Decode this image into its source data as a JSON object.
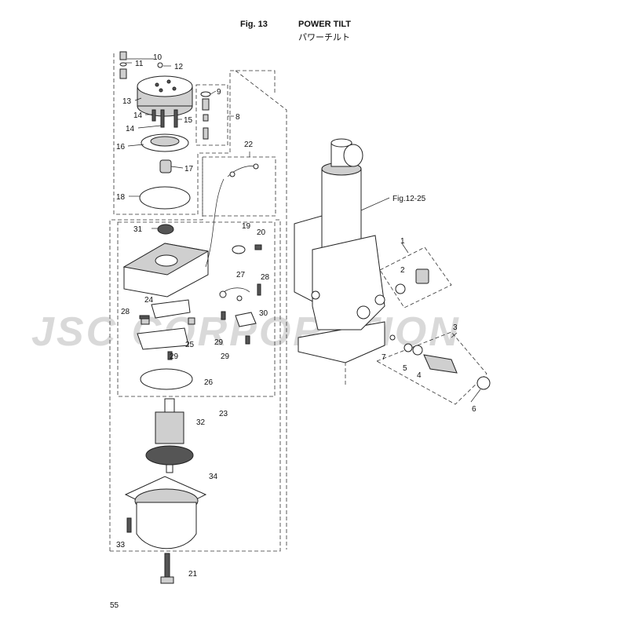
{
  "header": {
    "fig_label": "Fig. 13",
    "title": "POWER TILT",
    "title_jp": "パワーチルト"
  },
  "watermark": "JSC CORPORATION",
  "ref_fig": "Fig.12-25",
  "page_number": "55",
  "callouts": {
    "c1": "1",
    "c2": "2",
    "c3": "3",
    "c4": "4",
    "c5": "5",
    "c6": "6",
    "c7": "7",
    "c8": "8",
    "c9": "9",
    "c10": "10",
    "c11": "11",
    "c12": "12",
    "c13": "13",
    "c14a": "14",
    "c14b": "14",
    "c15": "15",
    "c16": "16",
    "c17": "17",
    "c18": "18",
    "c19": "19",
    "c20": "20",
    "c21": "21",
    "c22": "22",
    "c23": "23",
    "c24": "24",
    "c25": "25",
    "c26": "26",
    "c27": "27",
    "c28a": "28",
    "c28b": "28",
    "c29a": "29",
    "c29b": "29",
    "c29c": "29",
    "c30": "30",
    "c31": "31",
    "c32": "32",
    "c33": "33",
    "c34": "34"
  }
}
